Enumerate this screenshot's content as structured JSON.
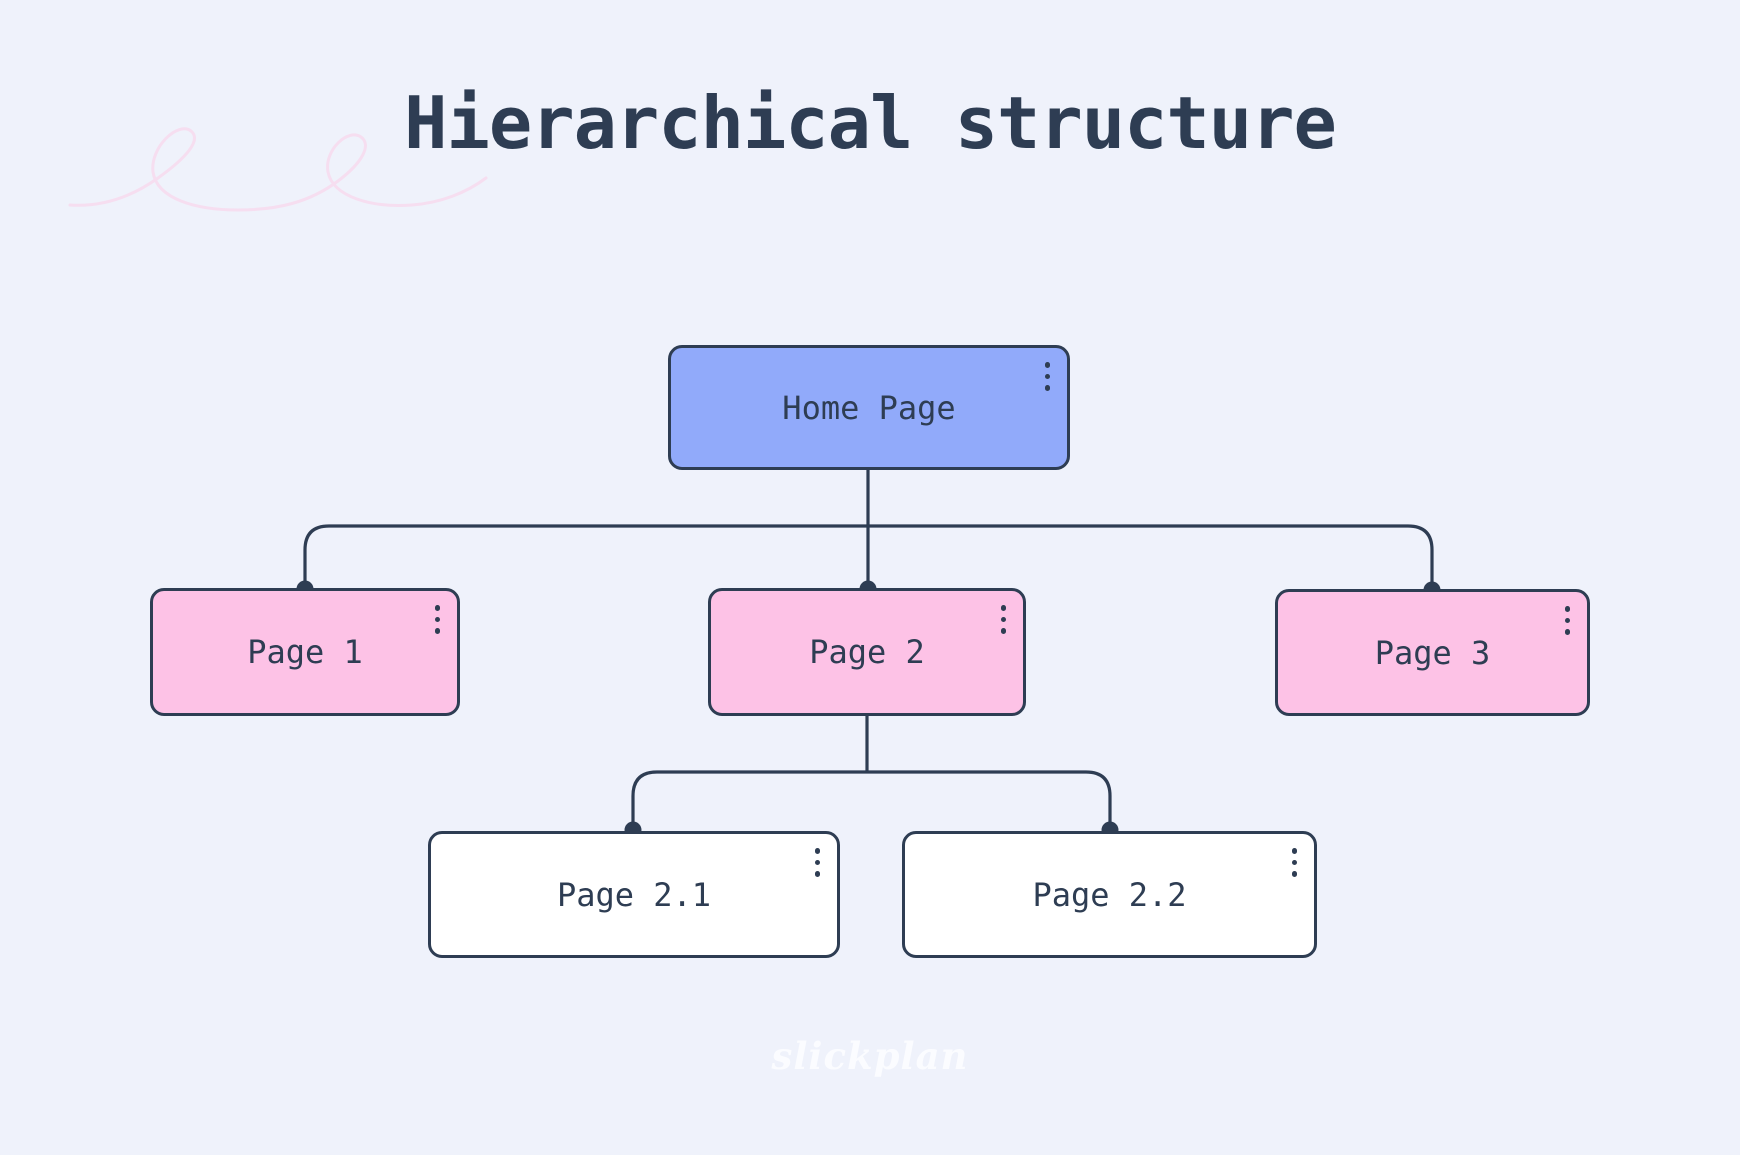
{
  "title": "Hierarchical structure",
  "watermark": "slickplan",
  "nodes": [
    {
      "id": "home",
      "label": "Home Page",
      "variant": "blue"
    },
    {
      "id": "page1",
      "label": "Page 1",
      "variant": "pink"
    },
    {
      "id": "page2",
      "label": "Page 2",
      "variant": "pink"
    },
    {
      "id": "page3",
      "label": "Page 3",
      "variant": "pink"
    },
    {
      "id": "page21",
      "label": "Page 2.1",
      "variant": "white"
    },
    {
      "id": "page22",
      "label": "Page 2.2",
      "variant": "white"
    }
  ],
  "icons": {
    "node_menu": "vertical-ellipsis-kebab"
  },
  "colors": {
    "bg": "#eff2fb",
    "navy": "#2e3d53",
    "blue_fill": "#91aafa",
    "pink_fill": "#fdc2e6",
    "white_fill": "#ffffff",
    "scribble": "#f6dcee",
    "watermark": "#fbfcff"
  }
}
